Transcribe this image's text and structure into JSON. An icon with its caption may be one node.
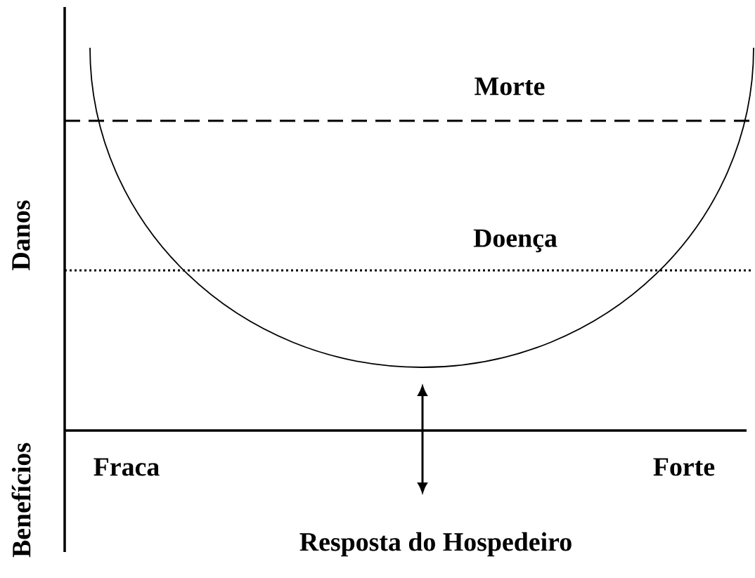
{
  "diagram": {
    "labels": [
      "Morte",
      "Doença",
      "Danos",
      "Fraca",
      "Forte",
      "Benefícios",
      "Resposta do Hospedeiro"
    ]
  }
}
